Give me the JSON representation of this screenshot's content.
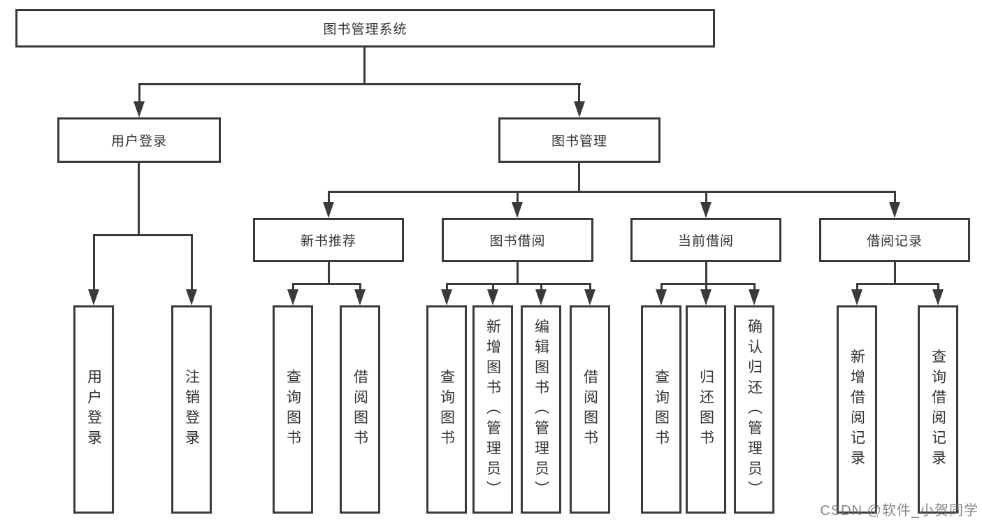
{
  "diagram": {
    "root": {
      "label": "图书管理系统"
    },
    "level2": [
      {
        "label": "用户登录"
      },
      {
        "label": "图书管理"
      }
    ],
    "level3": [
      {
        "label": "新书推荐"
      },
      {
        "label": "图书借阅"
      },
      {
        "label": "当前借阅"
      },
      {
        "label": "借阅记录"
      }
    ],
    "leaves": {
      "user": [
        "用户登录",
        "注销登录"
      ],
      "recommend": [
        "查询图书",
        "借阅图书"
      ],
      "borrow": [
        "查询图书",
        "新增图书（管理员）",
        "编辑图书（管理员）",
        "借阅图书"
      ],
      "current": [
        "查询图书",
        "归还图书",
        "确认归还（管理员）"
      ],
      "records": [
        "新增借阅记录",
        "查询借阅记录"
      ]
    }
  },
  "watermark": {
    "text": "CSDN @软件_小贺同学"
  },
  "colors": {
    "line": "#3a3a3a",
    "text": "#333333",
    "background": "#ffffff",
    "watermark": "#6e6e6e"
  }
}
